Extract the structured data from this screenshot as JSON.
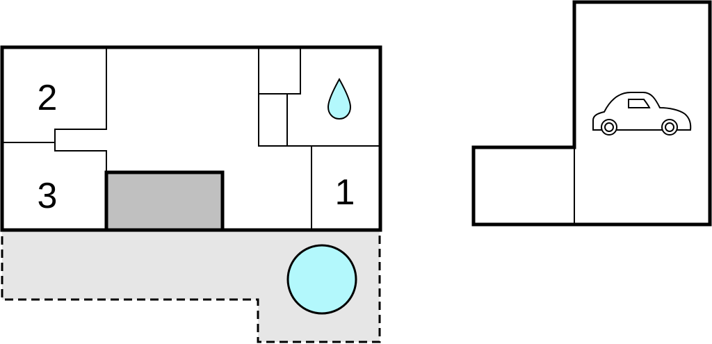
{
  "rooms": {
    "bedroom_2": {
      "label": "2"
    },
    "bedroom_3": {
      "label": "3"
    },
    "bedroom_1": {
      "label": "1"
    }
  },
  "colors": {
    "wall": "#000000",
    "terrace": "#e6e6e6",
    "fireplace": "#c0c0c0",
    "water": "#b3f8fc",
    "background": "#ffffff"
  },
  "icons": {
    "bathroom": "water-drop-icon",
    "pool": "swimming-pool-icon",
    "garage": "car-icon"
  }
}
